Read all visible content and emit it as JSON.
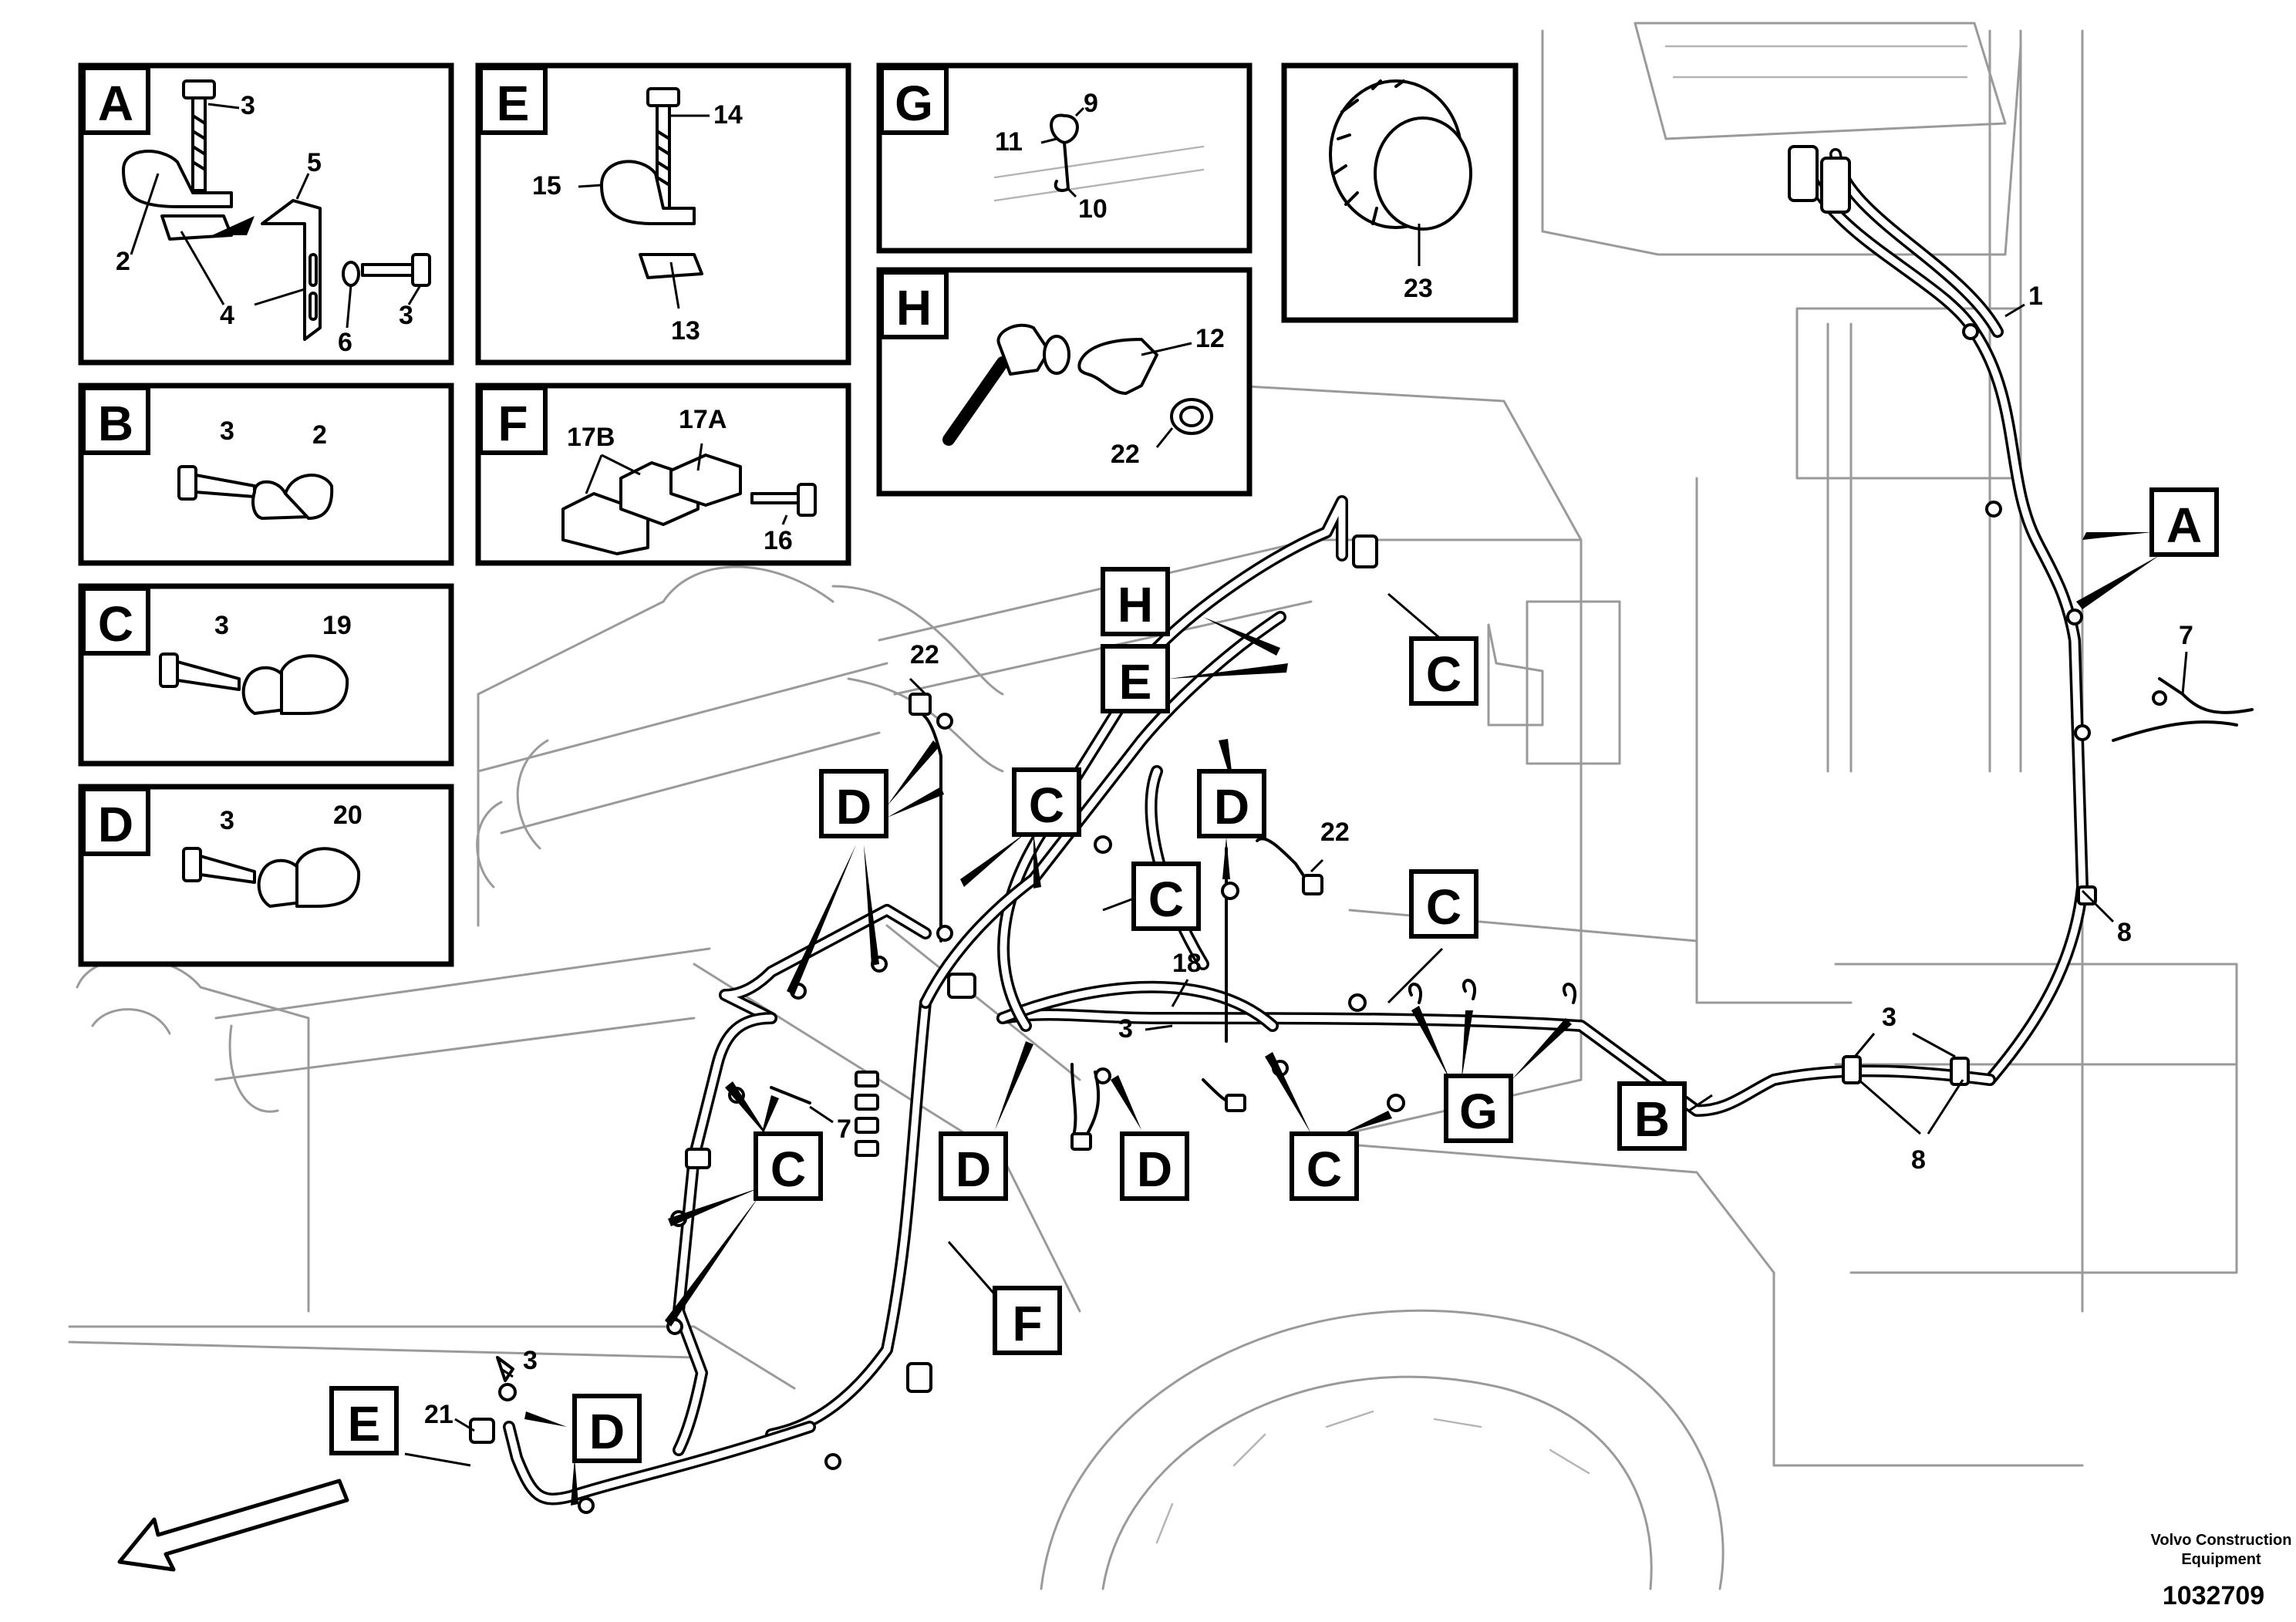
{
  "panels": [
    {
      "letter": "A",
      "labels": [
        "3",
        "5",
        "2",
        "4",
        "6",
        "3"
      ]
    },
    {
      "letter": "B",
      "labels": [
        "3",
        "2"
      ]
    },
    {
      "letter": "C",
      "labels": [
        "3",
        "19"
      ]
    },
    {
      "letter": "D",
      "labels": [
        "3",
        "20"
      ]
    },
    {
      "letter": "E",
      "labels": [
        "14",
        "15",
        "13"
      ]
    },
    {
      "letter": "F",
      "labels": [
        "17B",
        "17A",
        "16"
      ]
    },
    {
      "letter": "G",
      "labels": [
        "9",
        "11",
        "10"
      ]
    },
    {
      "letter": "H",
      "labels": [
        "12",
        "22"
      ]
    },
    {
      "letter": "",
      "labels": [
        "23"
      ]
    }
  ],
  "callouts": [
    {
      "letter": "A"
    },
    {
      "letter": "H"
    },
    {
      "letter": "E"
    },
    {
      "letter": "C"
    },
    {
      "letter": "D"
    },
    {
      "letter": "C"
    },
    {
      "letter": "C"
    },
    {
      "letter": "D"
    },
    {
      "letter": "C"
    },
    {
      "letter": "C"
    },
    {
      "letter": "D"
    },
    {
      "letter": "D"
    },
    {
      "letter": "C"
    },
    {
      "letter": "G"
    },
    {
      "letter": "B"
    },
    {
      "letter": "F"
    },
    {
      "letter": "E"
    },
    {
      "letter": "D"
    }
  ],
  "numbers": [
    "1",
    "7",
    "8",
    "8",
    "3",
    "22",
    "22",
    "18",
    "3",
    "7",
    "3",
    "21"
  ],
  "footer": {
    "company_line1": "Volvo Construction",
    "company_line2": "Equipment",
    "drawing_number": "1032709"
  }
}
